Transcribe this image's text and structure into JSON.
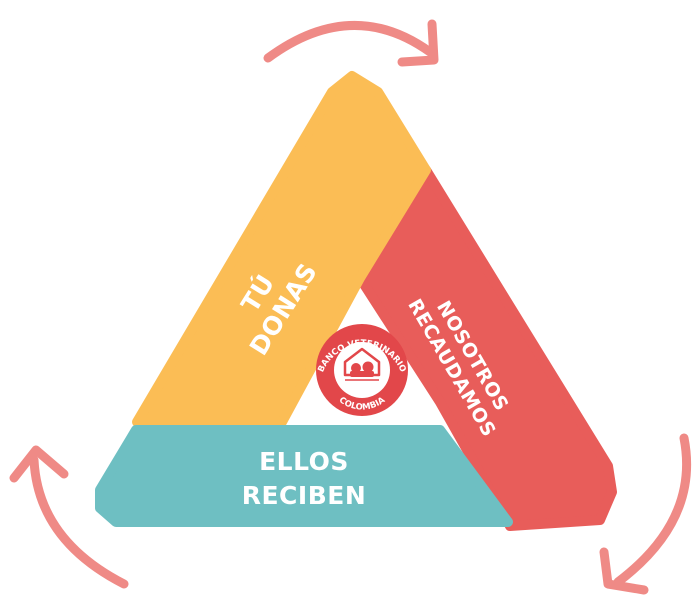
{
  "colors": {
    "yellow_band": "#fbbd55",
    "red_band": "#e85d5a",
    "teal_band": "#6ebfc2",
    "arrows": "#ef8a86",
    "logo_red": "#e2474a",
    "background": "#ffffff"
  },
  "bands": {
    "donate": {
      "line1": "TÚ",
      "line2": "DONAS"
    },
    "collect": {
      "line1": "NOSOTROS",
      "line2": "RECAUDAMOS"
    },
    "receive": {
      "line1": "ELLOS",
      "line2": "RECIBEN"
    }
  },
  "logo": {
    "top_text": "BANCO VETERINARIO",
    "bottom_text": "COLOMBIA",
    "icon": "house-with-dog-and-cat-icon"
  },
  "arrows": {
    "icon": "curved-arrow-icon",
    "count": 3
  }
}
